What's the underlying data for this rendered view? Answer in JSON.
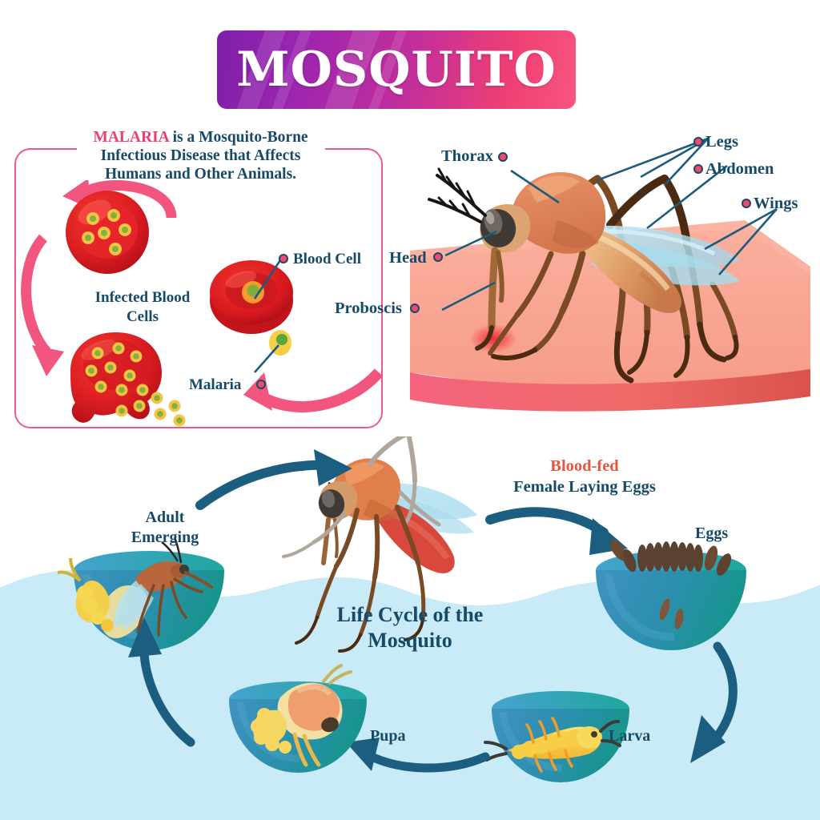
{
  "title": {
    "text": "MOSQUITO"
  },
  "malaria_panel": {
    "heading": {
      "keyword": "MALARIA",
      "rest_line1": " is a Mosquito-Borne",
      "line2": "Infectious Disease that Affects",
      "line3": "Humans and Other Animals."
    },
    "labels": {
      "infected_blood_cells": "Infected Blood\nCells",
      "infected_blood_cells_line1": "Infected Blood",
      "infected_blood_cells_line2": "Cells",
      "blood_cell": "Blood Cell",
      "malaria": "Malaria"
    },
    "border_color": "#ec5b85",
    "arrow_color": "#f2567f"
  },
  "anatomy": {
    "labels": [
      {
        "name": "Thorax"
      },
      {
        "name": "Legs"
      },
      {
        "name": "Abdomen"
      },
      {
        "name": "Wings"
      },
      {
        "name": "Head"
      },
      {
        "name": "Proboscis"
      }
    ],
    "marker_color": "#ef4a6b",
    "line_color": "#1d5b7d",
    "skin_top_color": "#f9a391",
    "skin_front_color": "#ef6f73"
  },
  "lifecycle": {
    "title_line1": "Life Cycle of the",
    "title_line2": "Mosquito",
    "stages": [
      {
        "label_line1": "Adult",
        "label_line2": "Emerging"
      },
      {
        "label_line1": "Blood-fed",
        "label_line2": "Female Laying Eggs"
      },
      {
        "label": "Eggs"
      },
      {
        "label": "Larva"
      },
      {
        "label": "Pupa"
      }
    ],
    "arrow_color": "#1b5e80",
    "water_color": "#c9eaf7",
    "bowl_color_left": "#3d93bf",
    "bowl_color_right": "#1f9a93"
  },
  "colors": {
    "navy_text": "#174a66",
    "pink": "#ec3f6e",
    "orange": "#e4573d"
  }
}
